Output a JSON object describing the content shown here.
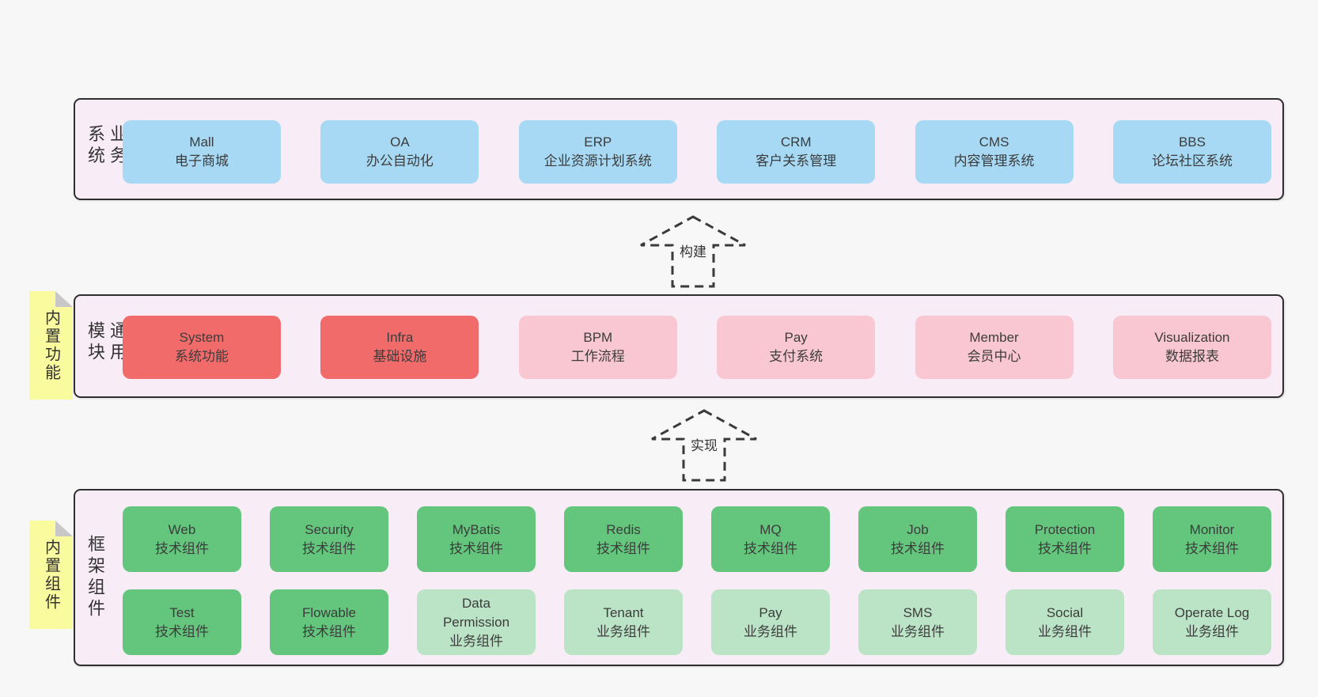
{
  "colors": {
    "page_bg": "#f7f7f7",
    "container_bg": "#f8edf6",
    "container_border": "#2f2f2f",
    "blue": "#a7d9f4",
    "red": "#f16b6b",
    "pink": "#f9c7d2",
    "green": "#63c67c",
    "green_light": "#bae4c5",
    "yellow": "#fafa9e",
    "fold": "#c8c8c8",
    "text": "#3c3c3c"
  },
  "diagram": {
    "sections": [
      {
        "label": "业务系统",
        "note": null,
        "rows": [
          [
            {
              "title": "Mall",
              "subtitle": "电子商城",
              "color": "blue"
            },
            {
              "title": "OA",
              "subtitle": "办公自动化",
              "color": "blue"
            },
            {
              "title": "ERP",
              "subtitle": "企业资源计划系统",
              "color": "blue"
            },
            {
              "title": "CRM",
              "subtitle": "客户关系管理",
              "color": "blue"
            },
            {
              "title": "CMS",
              "subtitle": "内容管理系统",
              "color": "blue"
            },
            {
              "title": "BBS",
              "subtitle": "论坛社区系统",
              "color": "blue"
            }
          ]
        ]
      },
      {
        "label": "通用模块",
        "note": "内置功能",
        "rows": [
          [
            {
              "title": "System",
              "subtitle": "系统功能",
              "color": "red"
            },
            {
              "title": "Infra",
              "subtitle": "基础设施",
              "color": "red"
            },
            {
              "title": "BPM",
              "subtitle": "工作流程",
              "color": "pink"
            },
            {
              "title": "Pay",
              "subtitle": "支付系统",
              "color": "pink"
            },
            {
              "title": "Member",
              "subtitle": "会员中心",
              "color": "pink"
            },
            {
              "title": "Visualization",
              "subtitle": "数据报表",
              "color": "pink"
            }
          ]
        ]
      },
      {
        "label": "框架组件",
        "note": "内置组件",
        "rows": [
          [
            {
              "title": "Web",
              "subtitle": "技术组件",
              "color": "green"
            },
            {
              "title": "Security",
              "subtitle": "技术组件",
              "color": "green"
            },
            {
              "title": "MyBatis",
              "subtitle": "技术组件",
              "color": "green"
            },
            {
              "title": "Redis",
              "subtitle": "技术组件",
              "color": "green"
            },
            {
              "title": "MQ",
              "subtitle": "技术组件",
              "color": "green"
            },
            {
              "title": "Job",
              "subtitle": "技术组件",
              "color": "green"
            },
            {
              "title": "Protection",
              "subtitle": "技术组件",
              "color": "green"
            },
            {
              "title": "Monitor",
              "subtitle": "技术组件",
              "color": "green"
            }
          ],
          [
            {
              "title": "Test",
              "subtitle": "技术组件",
              "color": "green"
            },
            {
              "title": "Flowable",
              "subtitle": "技术组件",
              "color": "green"
            },
            {
              "title": "Data Permission",
              "subtitle": "业务组件",
              "color": "green_light"
            },
            {
              "title": "Tenant",
              "subtitle": "业务组件",
              "color": "green_light"
            },
            {
              "title": "Pay",
              "subtitle": "业务组件",
              "color": "green_light"
            },
            {
              "title": "SMS",
              "subtitle": "业务组件",
              "color": "green_light"
            },
            {
              "title": "Social",
              "subtitle": "业务组件",
              "color": "green_light"
            },
            {
              "title": "Operate Log",
              "subtitle": "业务组件",
              "color": "green_light"
            }
          ]
        ]
      }
    ],
    "arrows": [
      {
        "label": "构建"
      },
      {
        "label": "实现"
      }
    ]
  }
}
